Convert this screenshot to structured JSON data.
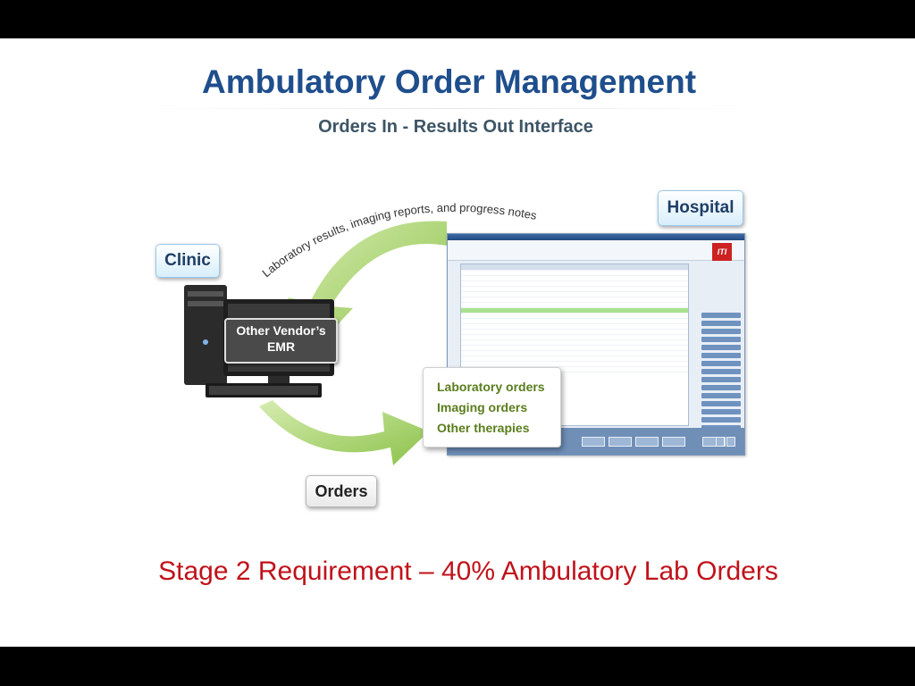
{
  "title": "Ambulatory Order Management",
  "subtitle": "Orders In - Results Out Interface",
  "arc_text": "Laboratory results, imaging reports, and progress notes",
  "labels": {
    "clinic": "Clinic",
    "hospital": "Hospital",
    "orders": "Orders",
    "vendor_line1": "Other Vendor’s",
    "vendor_line2": "EMR"
  },
  "order_types": [
    "Laboratory orders",
    "Imaging orders",
    "Other therapies"
  ],
  "footer": "Stage 2 Requirement – 40% Ambulatory Lab Orders",
  "colors": {
    "title": "#1f4e8c",
    "footer": "#c0121a",
    "arrow_green": "#9ccb5a",
    "order_text": "#5a7d1c"
  },
  "icons": [
    "desktop-computer-icon",
    "keyboard-icon",
    "green-arrow-icon"
  ]
}
